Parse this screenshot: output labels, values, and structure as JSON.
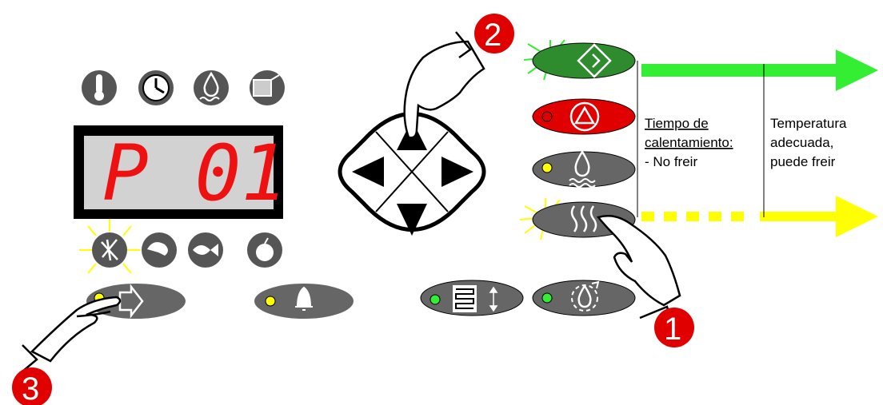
{
  "display": {
    "text": "P 01",
    "color": "#ee1111",
    "background": "#d2d2d2"
  },
  "labels": {
    "heating_time_title": "Tiempo de",
    "heating_time_title2": "calentamiento:",
    "heating_time_note": "- No freir",
    "ready_line1": "Temperatura",
    "ready_line2": "adecuada,",
    "ready_line3": "puede freir"
  },
  "steps": [
    "1",
    "2",
    "3"
  ],
  "top_icons": [
    "thermometer-icon",
    "clock-icon",
    "oil-drop-icon",
    "basket-icon"
  ],
  "product_icons": [
    "fries-icon",
    "chicken-leg-icon",
    "fish-icon",
    "apple-icon"
  ],
  "buttons": [
    {
      "name": "program-enter-button",
      "icon": "enter-arrow-icon",
      "led": "yellow"
    },
    {
      "name": "alarm-button",
      "icon": "bell-icon",
      "led": "yellow"
    },
    {
      "name": "heating-element-button",
      "icon": "heating-coil-icon",
      "led": "green"
    },
    {
      "name": "oil-refill-button",
      "icon": "oil-pump-icon",
      "led": "green"
    },
    {
      "name": "start-button",
      "icon": "start-diamond-icon",
      "color": "green"
    },
    {
      "name": "stop-button",
      "icon": "stop-triangle-icon",
      "color": "red"
    },
    {
      "name": "oil-temp-button",
      "icon": "oil-drop-icon",
      "led": "yellow"
    },
    {
      "name": "heat-status-button",
      "icon": "heat-waves-icon"
    }
  ],
  "colors": {
    "green_arrow": "#33ee33",
    "yellow_arrow": "#ffff00",
    "step_badge": "#e00000",
    "button_gray": "#666666",
    "icon_gray": "#555555"
  }
}
